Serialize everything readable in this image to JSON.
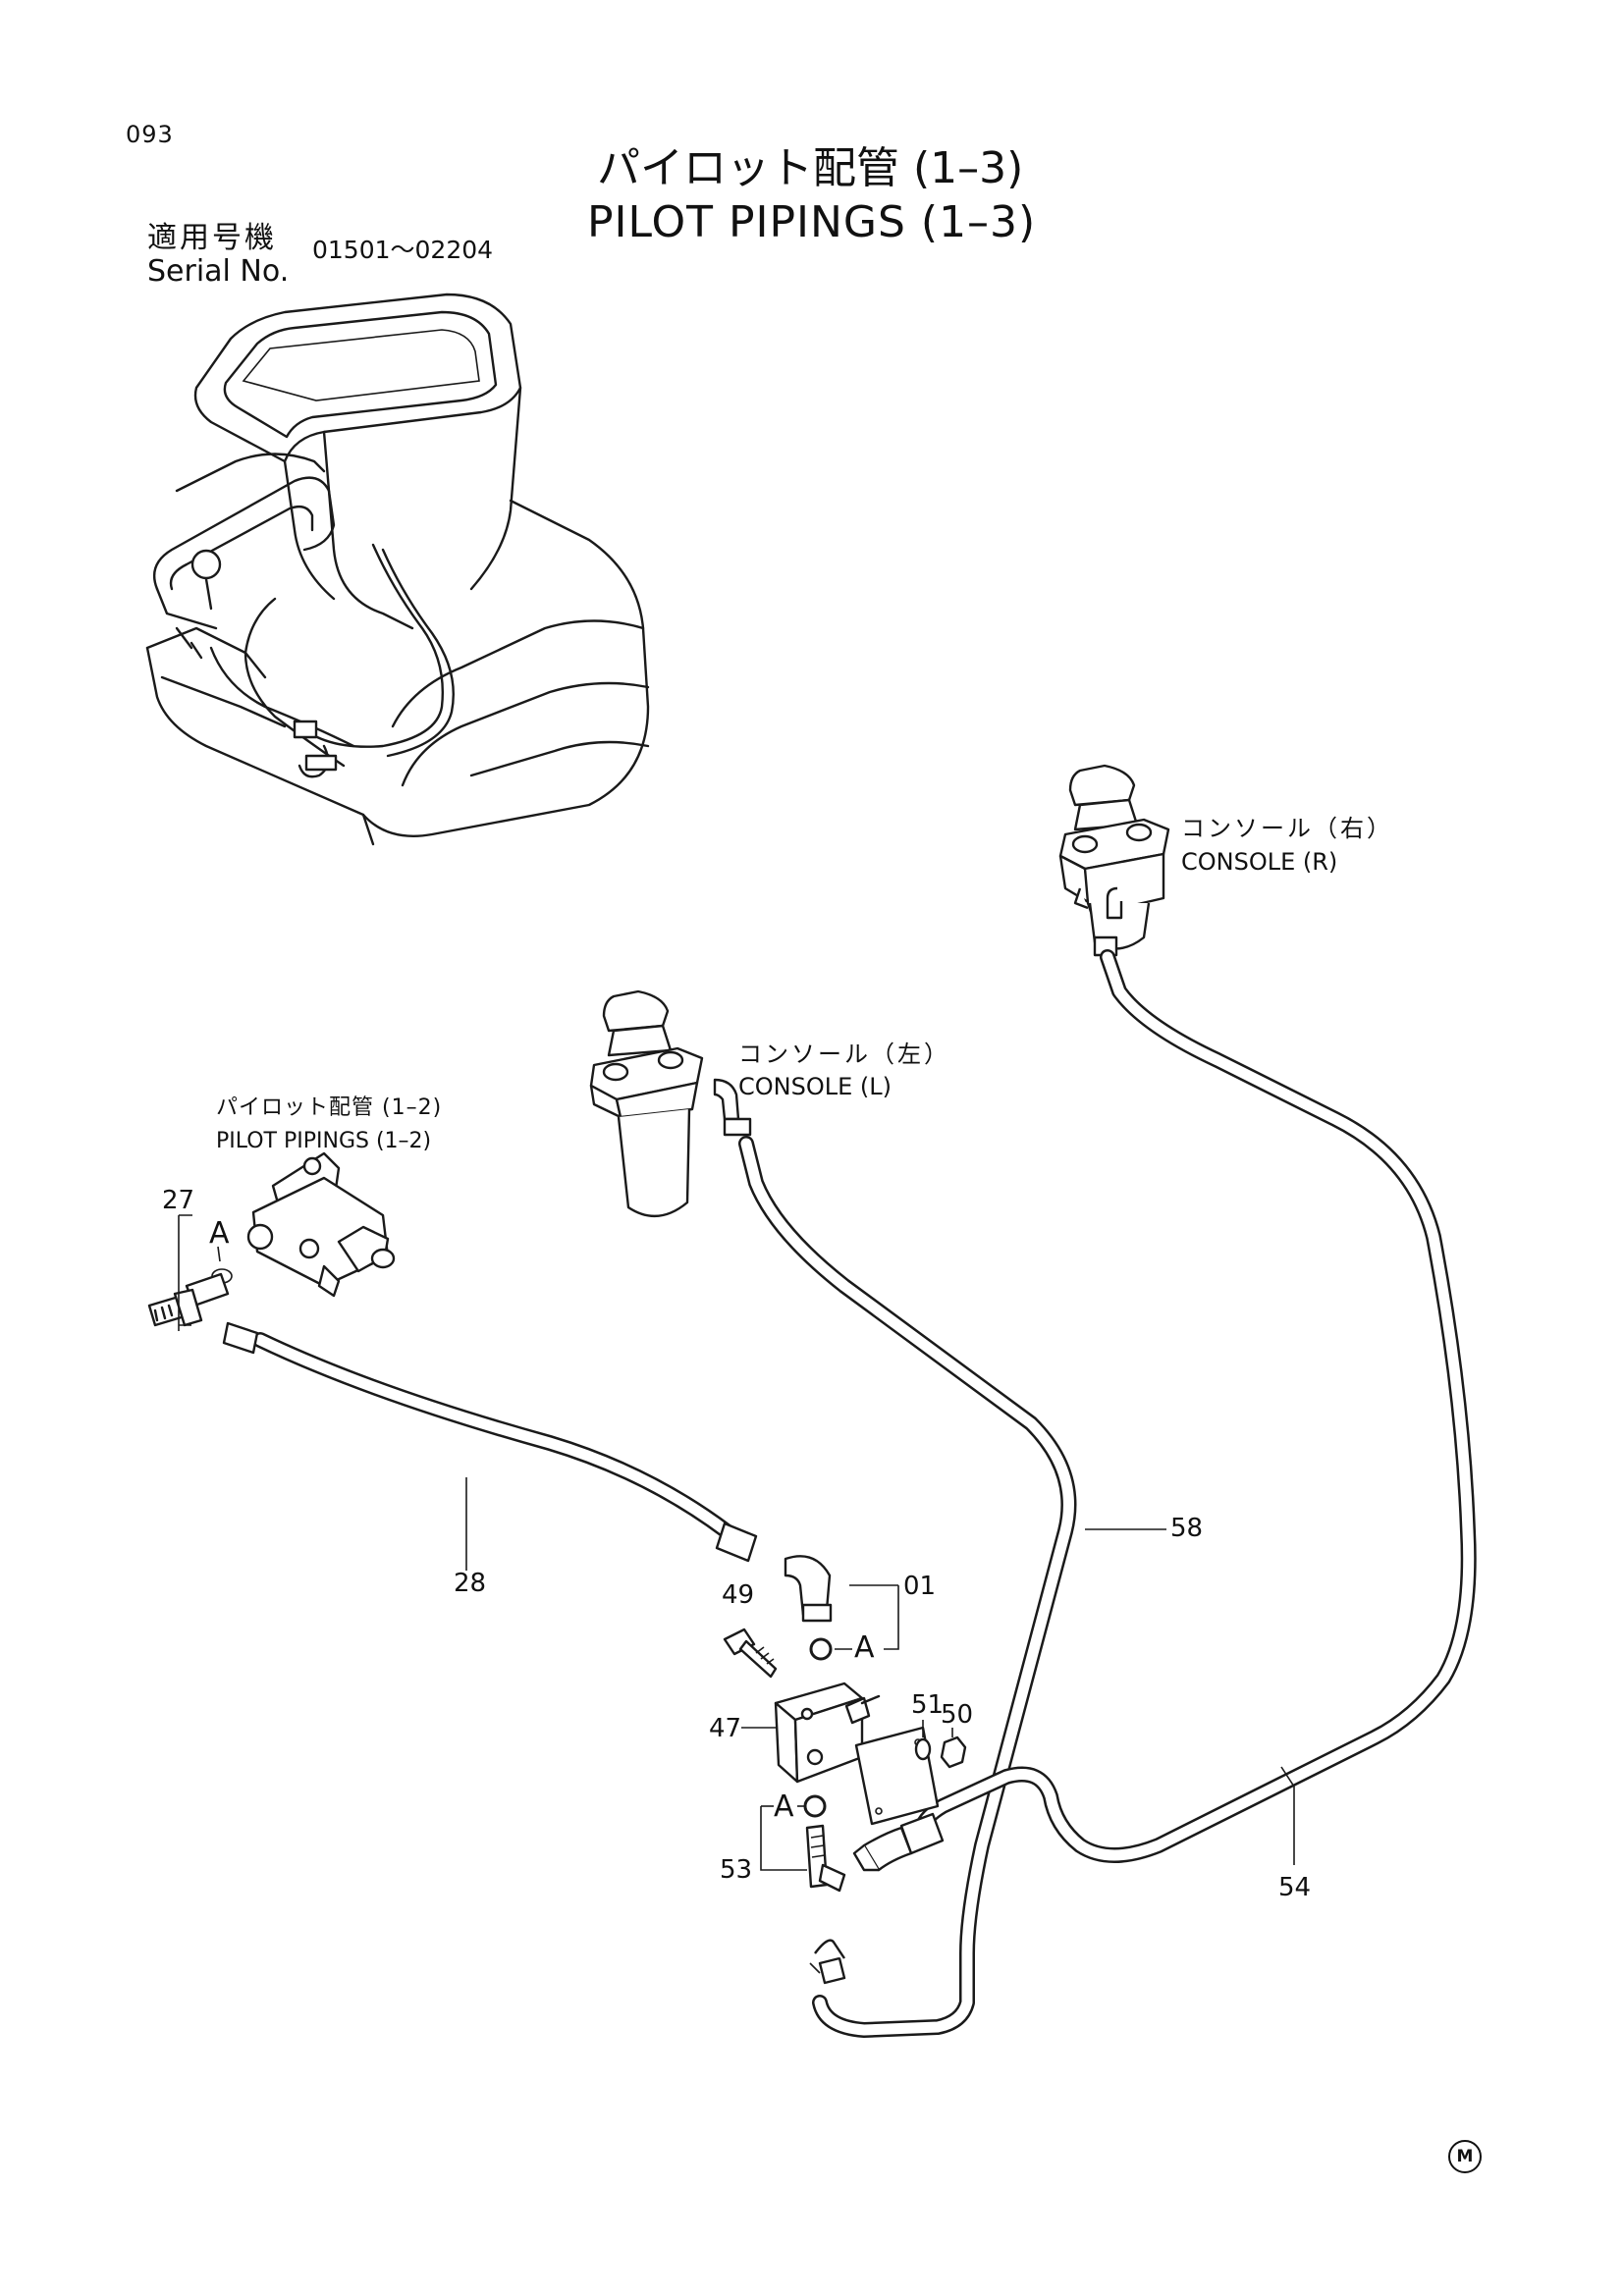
{
  "page_number": "093",
  "title_ja": "パイロット配管 (1–3)",
  "title_en": "PILOT PIPINGS (1–3)",
  "serial": {
    "label_ja": "適用号機",
    "label_en": "Serial No.",
    "range": "01501～02204"
  },
  "labels": {
    "console_r_ja": "コンソール（右）",
    "console_r_en": "CONSOLE (R)",
    "console_l_ja": "コンソール（左）",
    "console_l_en": "CONSOLE (L)",
    "pilot_ref_ja": "パイロット配管 (1–2)",
    "pilot_ref_en": "PILOT PIPINGS (1–2)"
  },
  "callouts": {
    "p27": "27",
    "a1": "A",
    "p28": "28",
    "p58": "58",
    "p01": "01",
    "p49": "49",
    "a2": "A",
    "p51": "51",
    "p50": "50",
    "p47": "47",
    "a3": "A",
    "p53": "53",
    "p54": "54"
  },
  "maker_mark": "M"
}
